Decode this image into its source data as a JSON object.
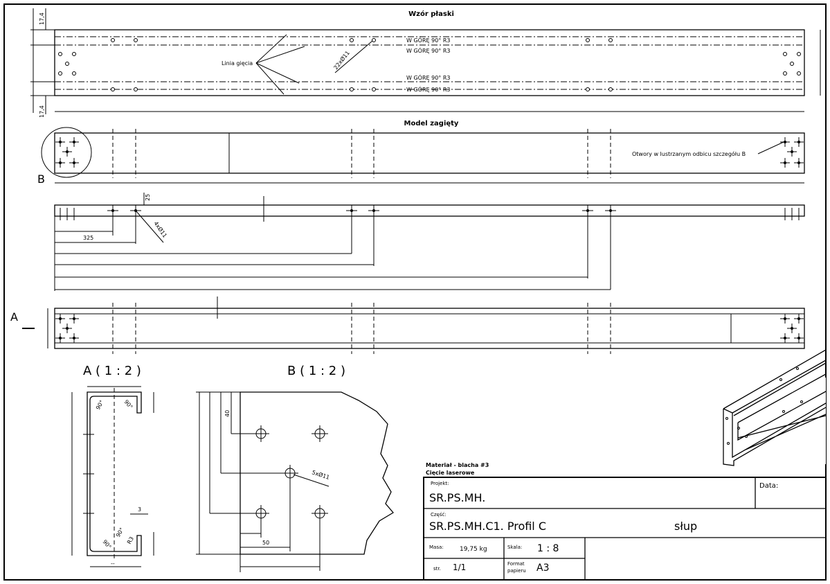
{
  "views": {
    "flat_pattern_title": "Wzór płaski",
    "bent_model_title": "Model zagięty",
    "detail_a_title": "A ( 1 : 2 )",
    "detail_b_title": "B ( 1 : 2 )",
    "view_label_a": "A",
    "view_label_b": "B"
  },
  "annotations": {
    "bend_line": "Linia gięcia",
    "bend_note_1": "W GÓRĘ 90° R3",
    "bend_note_2": "W GÓRĘ 90° R3",
    "bend_note_3": "W GÓRĘ 90° R3",
    "bend_note_4": "W GÓRĘ 90° R3",
    "holes_flat": "22xØ11",
    "holes_side": "4xØ11",
    "holes_detail": "5xØ11",
    "mirror_note": "Otwory w lustrzanym odbicu szczegółu B"
  },
  "dimensions": {
    "flange_top": "17,4",
    "flange_bottom": "17,4",
    "edge_25": "25",
    "pitch_325": "325",
    "detail_40": "40",
    "detail_50": "50",
    "detail_3": "3",
    "angle_90": "90°",
    "radius": "R3",
    "width_short": "--"
  },
  "title_block": {
    "material_label": "Materiał - blacha #3",
    "process_label": "Cięcie laserowe",
    "project_label": "Projekt:",
    "project_value": "SR.PS.MH.",
    "date_label": "Data:",
    "part_label": "Część:",
    "part_value": "SR.PS.MH.C1. Profil C",
    "part_name": "słup",
    "mass_label": "Masa:",
    "mass_value": "19,75 kg",
    "scale_label": "Skala:",
    "scale_value": "1 : 8",
    "page_label": "str.",
    "page_value": "1/1",
    "format_label_1": "Format",
    "format_label_2": "papieru",
    "format_value": "A3"
  }
}
